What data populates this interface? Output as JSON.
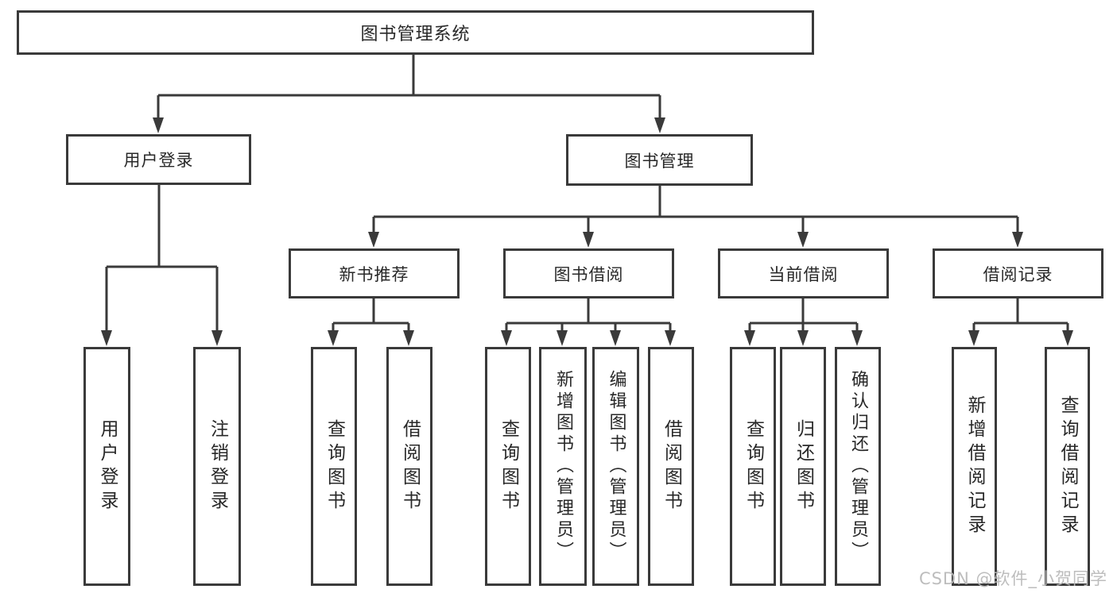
{
  "diagram": {
    "type": "hierarchy-tree",
    "colors": {
      "line": "#3a3a3a",
      "box_border": "#3a3a3a",
      "box_fill": "#ffffff",
      "text": "#282828",
      "watermark": "#b9b9b9",
      "background": "#ffffff"
    },
    "tree": {
      "root": {
        "label": "图书管理系统"
      },
      "branches": [
        {
          "label": "用户登录",
          "children": [
            {
              "label": "用户登录"
            },
            {
              "label": "注销登录"
            }
          ]
        },
        {
          "label": "图书管理",
          "children": [
            {
              "label": "新书推荐",
              "children": [
                {
                  "label": "查询图书"
                },
                {
                  "label": "借阅图书"
                }
              ]
            },
            {
              "label": "图书借阅",
              "children": [
                {
                  "label": "查询图书"
                },
                {
                  "label": "新增图书（管理员）"
                },
                {
                  "label": "编辑图书（管理员）"
                },
                {
                  "label": "借阅图书"
                }
              ]
            },
            {
              "label": "当前借阅",
              "children": [
                {
                  "label": "查询图书"
                },
                {
                  "label": "归还图书"
                },
                {
                  "label": "确认归还（管理员）"
                }
              ]
            },
            {
              "label": "借阅记录",
              "children": [
                {
                  "label": "新增借阅记录"
                },
                {
                  "label": "查询借阅记录"
                }
              ]
            }
          ]
        }
      ]
    },
    "watermark": {
      "text": "CSDN @软件_小贺同学"
    }
  }
}
